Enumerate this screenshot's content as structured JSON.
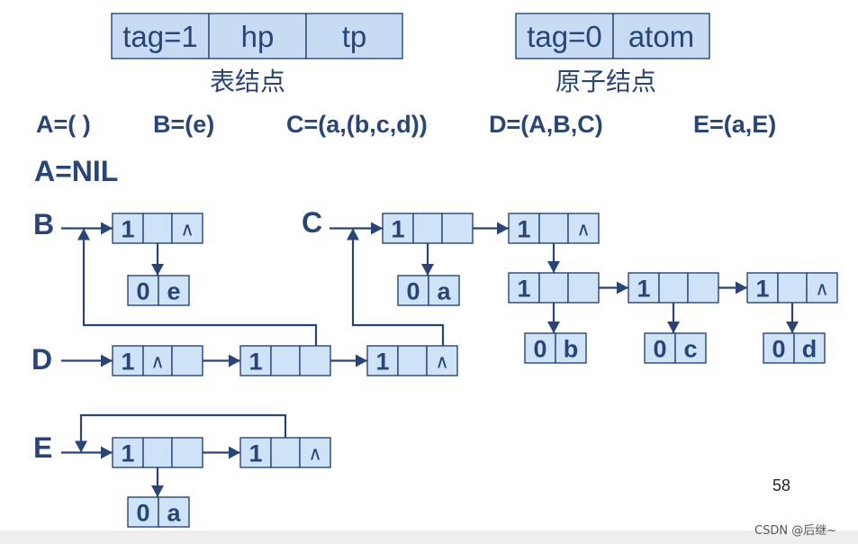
{
  "legend": {
    "table_node": {
      "cells": [
        "tag=1",
        "hp",
        "tp"
      ],
      "caption": "表结点"
    },
    "atom_node": {
      "cells": [
        "tag=0",
        "atom"
      ],
      "caption": "原子结点"
    }
  },
  "definitions": [
    "A=( )",
    "B=(e)",
    "C=(a,(b,c,d))",
    "D=(A,B,C)",
    "E=(a,E)"
  ],
  "a_nil": "A=NIL",
  "list_labels": {
    "B": "B",
    "C": "C",
    "D": "D",
    "E": "E"
  },
  "nil_symbol": "∧",
  "nodes": [
    {
      "id": "B1",
      "cells": [
        "1",
        "",
        "∧"
      ]
    },
    {
      "id": "Be",
      "cells": [
        "0",
        "e"
      ]
    },
    {
      "id": "C1",
      "cells": [
        "1",
        "",
        ""
      ]
    },
    {
      "id": "Ca",
      "cells": [
        "0",
        "a"
      ]
    },
    {
      "id": "C2",
      "cells": [
        "1",
        "",
        "∧"
      ]
    },
    {
      "id": "S1",
      "cells": [
        "1",
        "",
        ""
      ]
    },
    {
      "id": "S2",
      "cells": [
        "1",
        "",
        ""
      ]
    },
    {
      "id": "S3",
      "cells": [
        "1",
        "",
        "∧"
      ]
    },
    {
      "id": "Sb",
      "cells": [
        "0",
        "b"
      ]
    },
    {
      "id": "Sc",
      "cells": [
        "0",
        "c"
      ]
    },
    {
      "id": "Sd",
      "cells": [
        "0",
        "d"
      ]
    },
    {
      "id": "D1",
      "cells": [
        "1",
        "∧",
        ""
      ]
    },
    {
      "id": "D2",
      "cells": [
        "1",
        "",
        ""
      ]
    },
    {
      "id": "D3",
      "cells": [
        "1",
        "",
        "∧"
      ]
    },
    {
      "id": "E1",
      "cells": [
        "1",
        "",
        ""
      ]
    },
    {
      "id": "Ea",
      "cells": [
        "0",
        "a"
      ]
    },
    {
      "id": "E2",
      "cells": [
        "1",
        "",
        "∧"
      ]
    }
  ],
  "page_number": "58",
  "watermark": "CSDN @后继~",
  "colors": {
    "line": "#27457a",
    "cell_fill": "#cfe3f7",
    "legend_fill": "#c7dcf3"
  }
}
